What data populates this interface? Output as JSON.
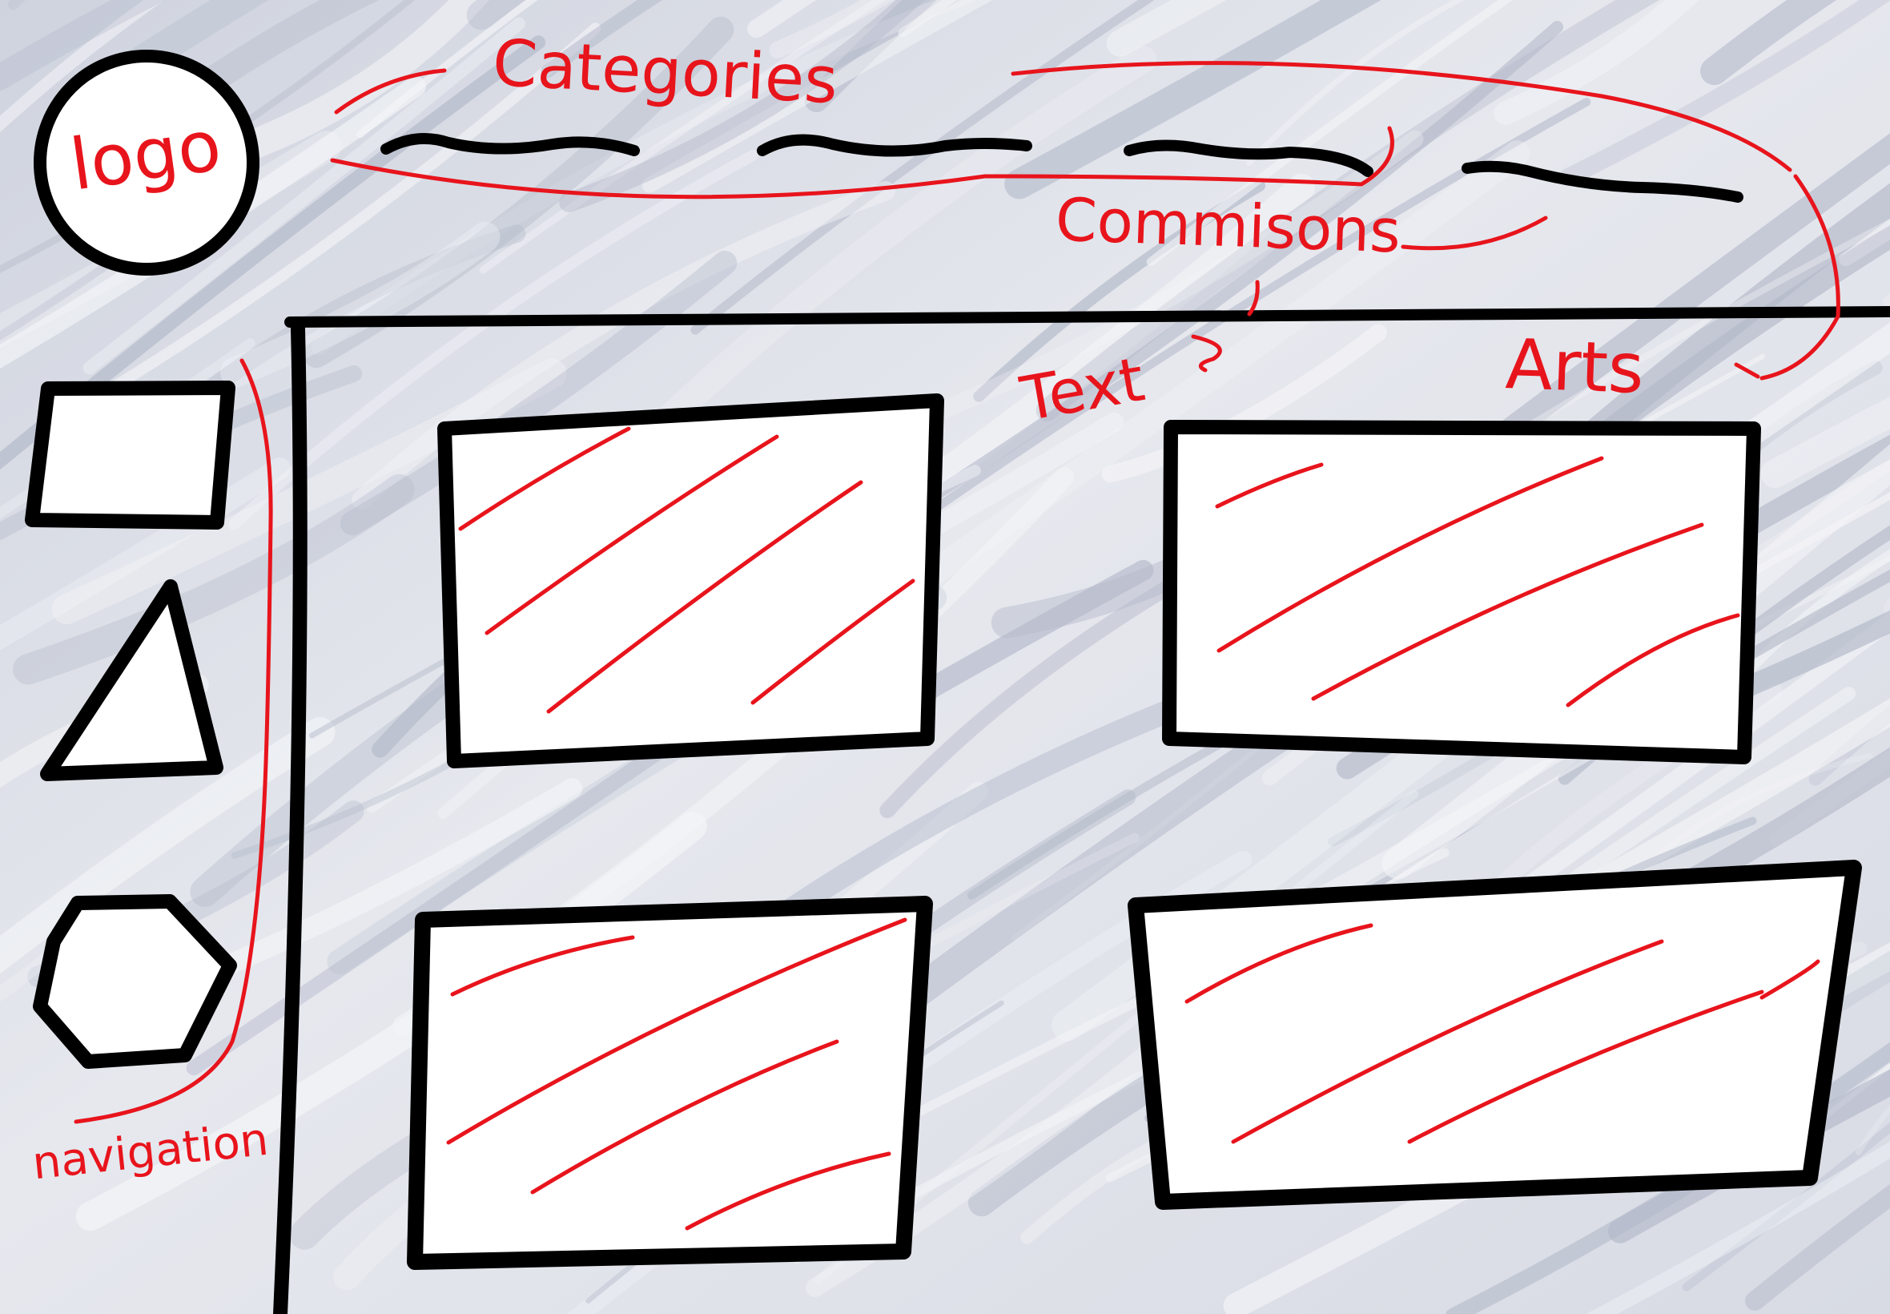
{
  "wireframe": {
    "logo": "logo",
    "nav_items": [
      {
        "shape": "square"
      },
      {
        "shape": "triangle"
      },
      {
        "shape": "hexagon"
      }
    ],
    "header_links": [
      {
        "label": ""
      },
      {
        "label": ""
      },
      {
        "label": ""
      },
      {
        "label": ""
      }
    ],
    "content_images": [
      {
        "kind": "image-placeholder"
      },
      {
        "kind": "image-placeholder"
      },
      {
        "kind": "image-placeholder"
      },
      {
        "kind": "image-placeholder"
      }
    ]
  },
  "annotations": {
    "categories": "Categories",
    "commisions": "Commisons",
    "text": "Text",
    "arts": "Arts",
    "navigation": "navigation"
  },
  "colors": {
    "sketch_line": "#000000",
    "annotation": "#e8141c",
    "canvas_light": "#e7e9ef",
    "canvas_dark": "#b7bccc",
    "fill": "#ffffff"
  }
}
